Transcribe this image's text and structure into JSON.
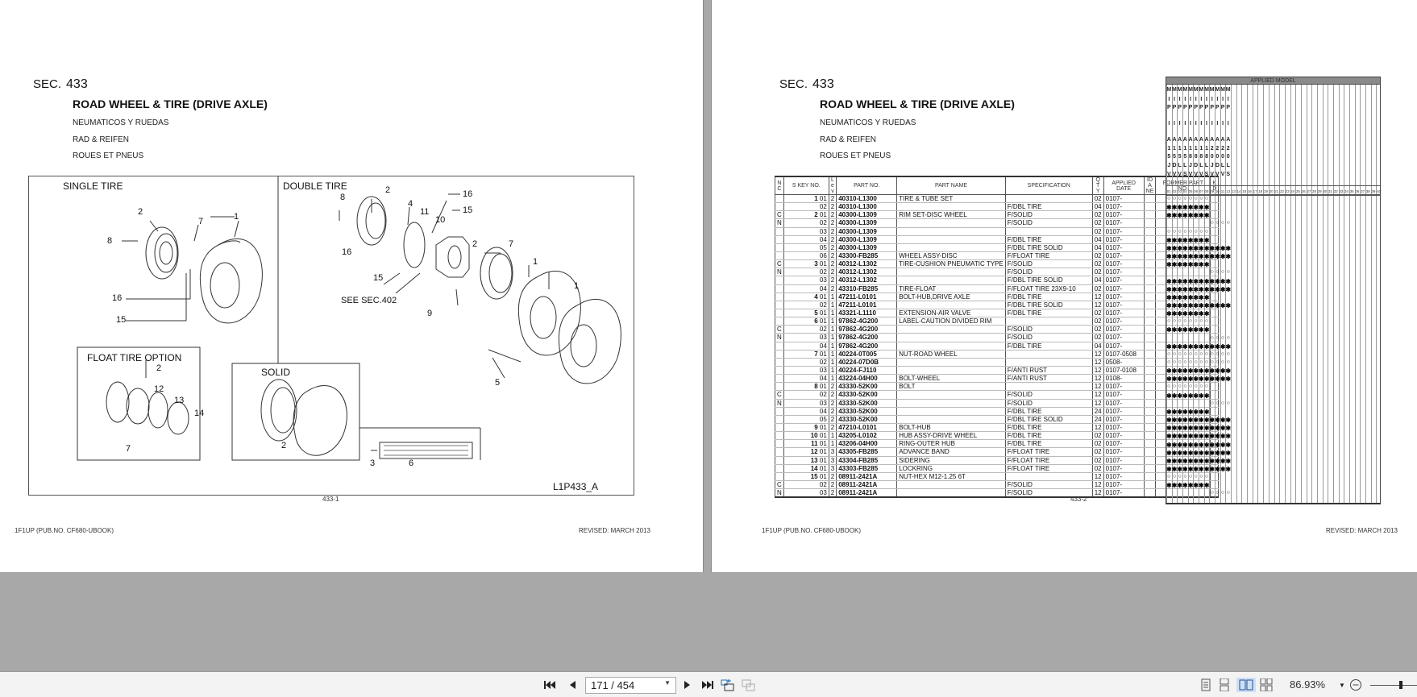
{
  "left_page": {
    "sec_label": "SEC.",
    "sec_number": "433",
    "title": "ROAD WHEEL & TIRE (DRIVE AXLE)",
    "subtitles": [
      "NEUMATICOS Y RUEDAS",
      "RAD & REIFEN",
      "ROUES ET PNEUS"
    ],
    "illustration": {
      "single_tire": "SINGLE TIRE",
      "double_tire": "DOUBLE TIRE",
      "float_tire_option": "FLOAT TIRE OPTION",
      "solid": "SOLID",
      "see_sec": "SEE SEC.402",
      "drawing_id": "L1P433_A",
      "callouts_single": [
        "2",
        "7",
        "1",
        "8",
        "16",
        "15"
      ],
      "callouts_double": [
        "8",
        "2",
        "4",
        "11",
        "16",
        "15",
        "10",
        "16",
        "15",
        "2",
        "7",
        "1",
        "1",
        "9",
        "5"
      ],
      "callouts_float": [
        "2",
        "12",
        "13",
        "14",
        "7"
      ],
      "callouts_solid": [
        "2",
        "3"
      ],
      "callout_label": "6"
    },
    "page_number": "433-1",
    "footer_left": "1F1UP (PUB.NO. CF680-UBOOK)",
    "footer_right": "REVISED: MARCH 2013"
  },
  "right_page": {
    "sec_label": "SEC.",
    "sec_number": "433",
    "title": "ROAD WHEEL & TIRE (DRIVE AXLE)",
    "subtitles": [
      "NEUMATICOS Y RUEDAS",
      "RAD & REIFEN",
      "ROUES ET PNEUS"
    ],
    "table": {
      "headers": {
        "nc": "N C",
        "key": "S KEY NO.",
        "lev": "L e v",
        "part_no": "PART NO.",
        "part_name": "PART   NAME",
        "spec": "SPECIFICATION",
        "qty": "Q T Y",
        "date": "APPLIED DATE",
        "id": "ID A NE",
        "former": "FORMER PART NO.",
        "kd": "K D"
      },
      "rows": [
        {
          "nc": "",
          "key": "1",
          "sub": "01",
          "lev": "2",
          "part": "40310-L1300",
          "name": "TIRE & TUBE SET",
          "spec": "",
          "qty": "02",
          "date": "0107-",
          "marks": "oooooooo"
        },
        {
          "nc": "",
          "key": "",
          "sub": "02",
          "lev": "2",
          "part": "40310-L1300",
          "name": "",
          "spec": "F/DBL TIRE",
          "qty": "04",
          "date": "0107-",
          "marks": "********"
        },
        {
          "nc": "C",
          "key": "2",
          "sub": "01",
          "lev": "2",
          "part": "40300-L1309",
          "name": "RIM SET-DISC WHEEL",
          "spec": "F/SOLID",
          "qty": "02",
          "date": "0107-",
          "marks": "********"
        },
        {
          "nc": "N",
          "key": "",
          "sub": "02",
          "lev": "2",
          "part": "40300-L1309",
          "name": "",
          "spec": "F/SOLID",
          "qty": "02",
          "date": "0107-",
          "marks": "        oooo"
        },
        {
          "nc": "",
          "key": "",
          "sub": "03",
          "lev": "2",
          "part": "40300-L1309",
          "name": "",
          "spec": "",
          "qty": "02",
          "date": "0107-",
          "marks": "oooooooo"
        },
        {
          "nc": "",
          "key": "",
          "sub": "04",
          "lev": "2",
          "part": "40300-L1309",
          "name": "",
          "spec": "F/DBL TIRE",
          "qty": "04",
          "date": "0107-",
          "marks": "********"
        },
        {
          "nc": "",
          "key": "",
          "sub": "05",
          "lev": "2",
          "part": "40300-L1309",
          "name": "",
          "spec": "F/DBL TIRE SOLID",
          "qty": "04",
          "date": "0107-",
          "marks": "************"
        },
        {
          "nc": "",
          "key": "",
          "sub": "06",
          "lev": "2",
          "part": "43300-FB285",
          "name": "WHEEL ASSY-DISC",
          "spec": "F/FLOAT TIRE",
          "qty": "02",
          "date": "0107-",
          "marks": "************"
        },
        {
          "nc": "C",
          "key": "3",
          "sub": "01",
          "lev": "2",
          "part": "40312-L1302",
          "name": "TIRE-CUSHION PNEUMATIC TYPE",
          "spec": "F/SOLID",
          "qty": "02",
          "date": "0107-",
          "marks": "********"
        },
        {
          "nc": "N",
          "key": "",
          "sub": "02",
          "lev": "2",
          "part": "40312-L1302",
          "name": "",
          "spec": "F/SOLID",
          "qty": "02",
          "date": "0107-",
          "marks": "        oooo"
        },
        {
          "nc": "",
          "key": "",
          "sub": "03",
          "lev": "2",
          "part": "40312-L1302",
          "name": "",
          "spec": "F/DBL TIRE SOLID",
          "qty": "04",
          "date": "0107-",
          "marks": "************"
        },
        {
          "nc": "",
          "key": "",
          "sub": "04",
          "lev": "2",
          "part": "43310-FB285",
          "name": "TIRE-FLOAT",
          "spec": "F/FLOAT TIRE 23X9-10",
          "qty": "02",
          "date": "0107-",
          "marks": "************"
        },
        {
          "nc": "",
          "key": "4",
          "sub": "01",
          "lev": "1",
          "part": "47211-L0101",
          "name": "BOLT-HUB,DRIVE AXLE",
          "spec": "F/DBL TIRE",
          "qty": "12",
          "date": "0107-",
          "marks": "********"
        },
        {
          "nc": "",
          "key": "",
          "sub": "02",
          "lev": "1",
          "part": "47211-L0101",
          "name": "",
          "spec": "F/DBL TIRE SOLID",
          "qty": "12",
          "date": "0107-",
          "marks": "************"
        },
        {
          "nc": "",
          "key": "5",
          "sub": "01",
          "lev": "1",
          "part": "43321-L1110",
          "name": "EXTENSION-AIR VALVE",
          "spec": "F/DBL TIRE",
          "qty": "02",
          "date": "0107-",
          "marks": "********"
        },
        {
          "nc": "",
          "key": "6",
          "sub": "01",
          "lev": "1",
          "part": "97862-4G200",
          "name": "LABEL-CAUTION DIVIDED RIM",
          "spec": "",
          "qty": "02",
          "date": "0107-",
          "marks": "oooooooo"
        },
        {
          "nc": "C",
          "key": "",
          "sub": "02",
          "lev": "1",
          "part": "97862-4G200",
          "name": "",
          "spec": "F/SOLID",
          "qty": "02",
          "date": "0107-",
          "marks": "********"
        },
        {
          "nc": "N",
          "key": "",
          "sub": "03",
          "lev": "1",
          "part": "97862-4G200",
          "name": "",
          "spec": "F/SOLID",
          "qty": "02",
          "date": "0107-",
          "marks": "        oooo"
        },
        {
          "nc": "",
          "key": "",
          "sub": "04",
          "lev": "1",
          "part": "97862-4G200",
          "name": "",
          "spec": "F/DBL TIRE",
          "qty": "04",
          "date": "0107-",
          "marks": "************"
        },
        {
          "nc": "",
          "key": "7",
          "sub": "01",
          "lev": "1",
          "part": "40224-0T005",
          "name": "NUT-ROAD WHEEL",
          "spec": "",
          "qty": "12",
          "date": "0107-0508",
          "marks": "oooooooooooo"
        },
        {
          "nc": "",
          "key": "",
          "sub": "02",
          "lev": "1",
          "part": "40224-07D0B",
          "name": "",
          "spec": "",
          "qty": "12",
          "date": "0508-",
          "marks": "oooooooooooo"
        },
        {
          "nc": "",
          "key": "",
          "sub": "03",
          "lev": "1",
          "part": "40224-FJ110",
          "name": "",
          "spec": "F/ANTI RUST",
          "qty": "12",
          "date": "0107-0108",
          "marks": "************"
        },
        {
          "nc": "",
          "key": "",
          "sub": "04",
          "lev": "1",
          "part": "43224-04H00",
          "name": "BOLT-WHEEL",
          "spec": "F/ANTI RUST",
          "qty": "12",
          "date": "0108-",
          "marks": "************"
        },
        {
          "nc": "",
          "key": "8",
          "sub": "01",
          "lev": "2",
          "part": "43330-52K00",
          "name": "BOLT",
          "spec": "",
          "qty": "12",
          "date": "0107-",
          "marks": "oooooooo"
        },
        {
          "nc": "C",
          "key": "",
          "sub": "02",
          "lev": "2",
          "part": "43330-52K00",
          "name": "",
          "spec": "F/SOLID",
          "qty": "12",
          "date": "0107-",
          "marks": "********"
        },
        {
          "nc": "N",
          "key": "",
          "sub": "03",
          "lev": "2",
          "part": "43330-52K00",
          "name": "",
          "spec": "F/SOLID",
          "qty": "12",
          "date": "0107-",
          "marks": "        oooo"
        },
        {
          "nc": "",
          "key": "",
          "sub": "04",
          "lev": "2",
          "part": "43330-52K00",
          "name": "",
          "spec": "F/DBL TIRE",
          "qty": "24",
          "date": "0107-",
          "marks": "********"
        },
        {
          "nc": "",
          "key": "",
          "sub": "05",
          "lev": "2",
          "part": "43330-52K00",
          "name": "",
          "spec": "F/DBL TIRE SOLID",
          "qty": "24",
          "date": "0107-",
          "marks": "************"
        },
        {
          "nc": "",
          "key": "9",
          "sub": "01",
          "lev": "2",
          "part": "47210-L0101",
          "name": "BOLT-HUB",
          "spec": "F/DBL TIRE",
          "qty": "12",
          "date": "0107-",
          "marks": "************"
        },
        {
          "nc": "",
          "key": "10",
          "sub": "01",
          "lev": "1",
          "part": "43205-L0102",
          "name": "HUB ASSY-DRIVE WHEEL",
          "spec": "F/DBL TIRE",
          "qty": "02",
          "date": "0107-",
          "marks": "************"
        },
        {
          "nc": "",
          "key": "11",
          "sub": "01",
          "lev": "1",
          "part": "43206-04H00",
          "name": "RING-OUTER HUB",
          "spec": "F/DBL TIRE",
          "qty": "02",
          "date": "0107-",
          "marks": "************"
        },
        {
          "nc": "",
          "key": "12",
          "sub": "01",
          "lev": "3",
          "part": "43305-FB285",
          "name": "ADVANCE BAND",
          "spec": "F/FLOAT TIRE",
          "qty": "02",
          "date": "0107-",
          "marks": "************"
        },
        {
          "nc": "",
          "key": "13",
          "sub": "01",
          "lev": "3",
          "part": "43304-FB285",
          "name": "SIDERING",
          "spec": "F/FLOAT TIRE",
          "qty": "02",
          "date": "0107-",
          "marks": "************"
        },
        {
          "nc": "",
          "key": "14",
          "sub": "01",
          "lev": "3",
          "part": "43303-FB285",
          "name": "LOCKRING",
          "spec": "F/FLOAT TIRE",
          "qty": "02",
          "date": "0107-",
          "marks": "************"
        },
        {
          "nc": "",
          "key": "15",
          "sub": "01",
          "lev": "2",
          "part": "08911-2421A",
          "name": "NUT-HEX M12-1.25 6T",
          "spec": "",
          "qty": "12",
          "date": "0107-",
          "marks": "oooooooo"
        },
        {
          "nc": "C",
          "key": "",
          "sub": "02",
          "lev": "2",
          "part": "08911-2421A",
          "name": "",
          "spec": "F/SOLID",
          "qty": "12",
          "date": "0107-",
          "marks": "********"
        },
        {
          "nc": "N",
          "key": "",
          "sub": "03",
          "lev": "2",
          "part": "08911-2421A",
          "name": "",
          "spec": "F/SOLID",
          "qty": "12",
          "date": "0107-",
          "marks": "        oooo"
        }
      ]
    },
    "applied_model": {
      "title": "APPLIED MODEL",
      "columns": [
        {
          "code": [
            "M",
            "I",
            "P",
            "I",
            "A",
            "1",
            "5",
            "J",
            "V"
          ]
        },
        {
          "code": [
            "M",
            "I",
            "P",
            "I",
            "A",
            "1",
            "5",
            "D",
            "V"
          ]
        },
        {
          "code": [
            "M",
            "I",
            "P",
            "I",
            "A",
            "1",
            "5",
            "L",
            "V"
          ]
        },
        {
          "code": [
            "M",
            "I",
            "P",
            "I",
            "A",
            "1",
            "5",
            "L",
            "S"
          ]
        },
        {
          "code": [
            "M",
            "I",
            "P",
            "I",
            "A",
            "1",
            "8",
            "J",
            "V"
          ]
        },
        {
          "code": [
            "M",
            "I",
            "P",
            "I",
            "A",
            "1",
            "8",
            "D",
            "V"
          ]
        },
        {
          "code": [
            "M",
            "I",
            "P",
            "I",
            "A",
            "1",
            "8",
            "L",
            "V"
          ]
        },
        {
          "code": [
            "M",
            "I",
            "P",
            "I",
            "A",
            "1",
            "8",
            "L",
            "S"
          ]
        },
        {
          "code": [
            "M",
            "I",
            "P",
            "I",
            "A",
            "2",
            "0",
            "J",
            "V"
          ]
        },
        {
          "code": [
            "M",
            "I",
            "P",
            "I",
            "A",
            "2",
            "0",
            "D",
            "V"
          ]
        },
        {
          "code": [
            "M",
            "I",
            "P",
            "I",
            "A",
            "2",
            "0",
            "L",
            "V"
          ]
        },
        {
          "code": [
            "M",
            "I",
            "P",
            "I",
            "A",
            "2",
            "0",
            "L",
            "S"
          ]
        }
      ],
      "column_numbers": [
        "01",
        "02",
        "03",
        "04",
        "05",
        "06",
        "07",
        "08",
        "09",
        "10",
        "11",
        "12",
        "13",
        "14",
        "15",
        "16",
        "17",
        "18",
        "19",
        "20",
        "21",
        "22",
        "23",
        "24",
        "25",
        "26",
        "27",
        "28",
        "29",
        "30",
        "31",
        "32",
        "33",
        "34",
        "35",
        "36",
        "37",
        "38",
        "39",
        "40"
      ]
    },
    "page_number": "433-2",
    "footer_left": "1F1UP (PUB.NO. CF680-UBOOK)",
    "footer_right": "REVISED: MARCH 2013"
  },
  "toolbar": {
    "first_page": "first-page",
    "prev_page": "previous-page",
    "page_indicator": "171 / 454",
    "next_page": "next-page",
    "last_page": "last-page",
    "zoom_level": "86.93%"
  }
}
